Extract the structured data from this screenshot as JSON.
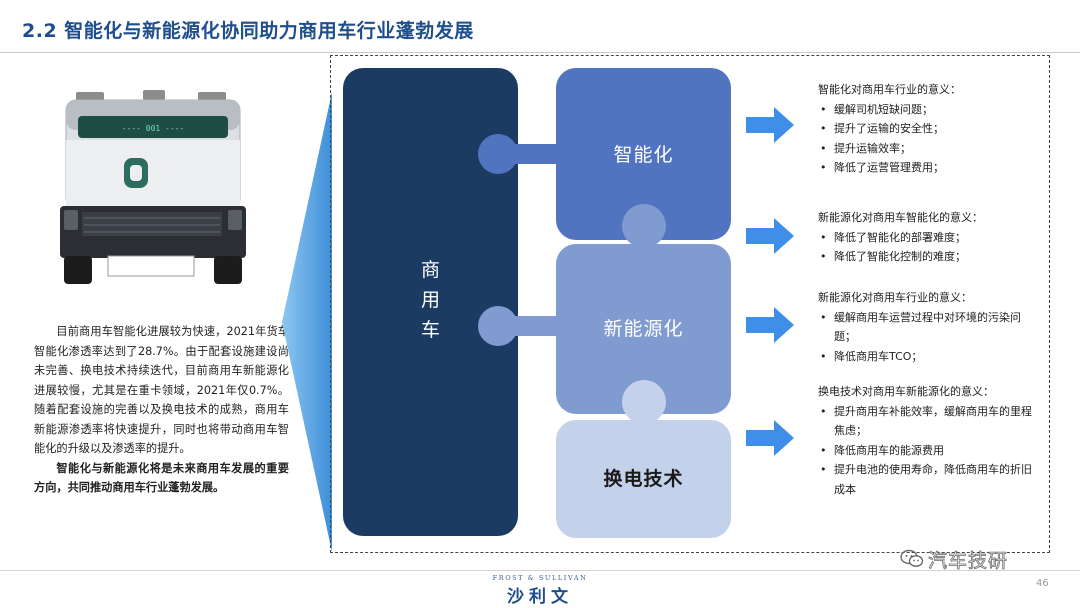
{
  "header": {
    "title": "2.2 智能化与新能源化协同助力商用车行业蓬勃发展"
  },
  "truck": {
    "display_text": "---- 001 ----"
  },
  "description": {
    "para1": "目前商用车智能化进展较为快速，2021年货车智能化渗透率达到了28.7%。由于配套设施建设尚未完善、换电技术持续迭代，目前商用车新能源化进展较慢，尤其是在重卡领域，2021年仅0.7%。随着配套设施的完善以及换电技术的成熟，商用车新能源渗透率将快速提升，同时也将带动商用车智能化的升级以及渗透率的提升。",
    "para2": "智能化与新能源化将是未来商用车发展的重要方向，共同推动商用车行业蓬勃发展。"
  },
  "diagram": {
    "left_label": [
      "商",
      "用",
      "车"
    ],
    "pieces": [
      {
        "label": "智能化",
        "color": "#5074c0"
      },
      {
        "label": "新能源化",
        "color": "#7f9bd0"
      },
      {
        "label": "换电技术",
        "color": "#c4d1eb"
      }
    ],
    "left_color": "#1b3b63",
    "arrow_color": "#3f8ee8"
  },
  "notes": [
    {
      "heading": "智能化对商用车行业的意义：",
      "items": [
        "缓解司机短缺问题；",
        "提升了运输的安全性；",
        "提升运输效率；",
        "降低了运营管理费用；"
      ]
    },
    {
      "heading": "新能源化对商用车智能化的意义：",
      "items": [
        "降低了智能化的部署难度；",
        "降低了智能化控制的难度；"
      ]
    },
    {
      "heading": "新能源化对商用车行业的意义：",
      "items": [
        "缓解商用车运营过程中对环境的污染问题；",
        "降低商用车TCO；"
      ]
    },
    {
      "heading": "换电技术对商用车新能源化的意义：",
      "items": [
        "提升商用车补能效率，缓解商用车的里程焦虑；",
        "降低商用车的能源费用",
        "提升电池的使用寿命，降低商用车的折旧成本"
      ]
    }
  ],
  "footer": {
    "brand_small": "FROST & SULLIVAN",
    "brand": "沙利文",
    "wechat_name": "汽车技研",
    "page_number": "46"
  }
}
